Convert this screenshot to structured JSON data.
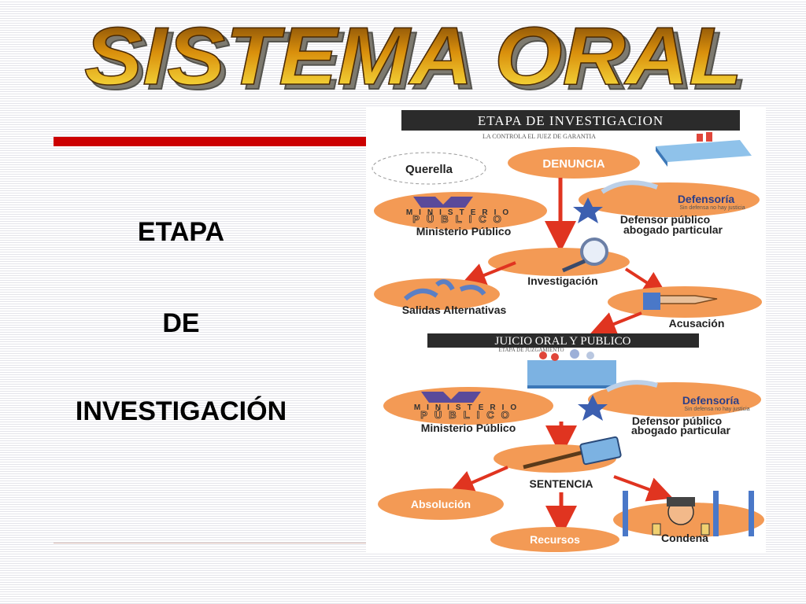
{
  "title": "SISTEMA ORAL",
  "left_text": {
    "line1": "ETAPA",
    "line2": "DE",
    "line3": "INVESTIGACIÓN"
  },
  "diagram": {
    "header_investigacion": "ETAPA DE INVESTIGACION",
    "sub_investigacion": "LA CONTROLA EL JUEZ DE GARANTIA",
    "querella": "Querella",
    "denuncia": "DENUNCIA",
    "ministerio_logo_1": "MINISTERIO",
    "ministerio_logo_2": "PÚBLICO",
    "ministerio_publico": "Ministerio Público",
    "defensoria": "Defensoría",
    "defensoria_sub": "Sin defensa no hay justicia",
    "defensor_line1": "Defensor público",
    "defensor_line2": "abogado particular",
    "investigacion": "Investigación",
    "salidas_alternativas": "Salidas Alternativas",
    "acusacion": "Acusación",
    "header_juicio": "JUICIO ORAL Y PUBLICO",
    "sub_juicio": "ETAPA DE JUZGAMIENTO",
    "sentencia": "SENTENCIA",
    "absolucion": "Absolución",
    "recursos": "Recursos",
    "condena": "Condena"
  },
  "colors": {
    "orange": "#f39a55",
    "red_arrow": "#e03420",
    "dark_header": "#2b2b2b",
    "purple": "#5a4a9a",
    "blue": "#3c8cd0",
    "title_gold": "#f4c21a",
    "title_brown": "#6b3a06",
    "rule_red": "#cc0000"
  }
}
